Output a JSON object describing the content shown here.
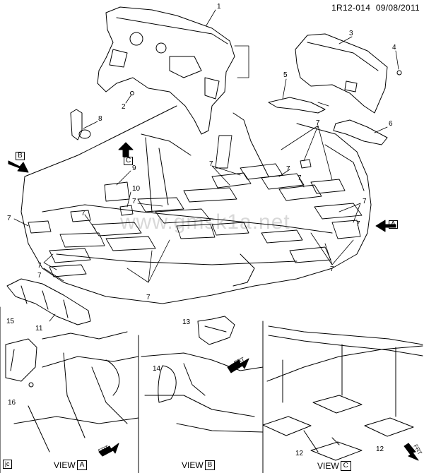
{
  "header": {
    "diagram_id": "1R12-014",
    "date": "09/08/2011"
  },
  "watermark": "www.gmsk1a.net",
  "callouts": {
    "c1": "1",
    "c2": "2",
    "c3": "3",
    "c4": "4",
    "c5": "5",
    "c6": "6",
    "c7": "7",
    "c8": "8",
    "c9": "9",
    "c10": "10",
    "c11": "11",
    "c12": "12",
    "c13": "13",
    "c14": "14",
    "c15": "15",
    "c16": "16"
  },
  "view_markers": {
    "a": "A",
    "b": "B",
    "c": "C"
  },
  "views": {
    "a": {
      "label": "VIEW",
      "letter": "A"
    },
    "b": {
      "label": "VIEW",
      "letter": "B"
    },
    "c": {
      "label": "VIEW",
      "letter": "C"
    }
  },
  "frt_label": "FRT",
  "corner_tag": "jc",
  "colors": {
    "line": "#000000",
    "background": "#ffffff",
    "watermark": "#d8d8d8"
  }
}
